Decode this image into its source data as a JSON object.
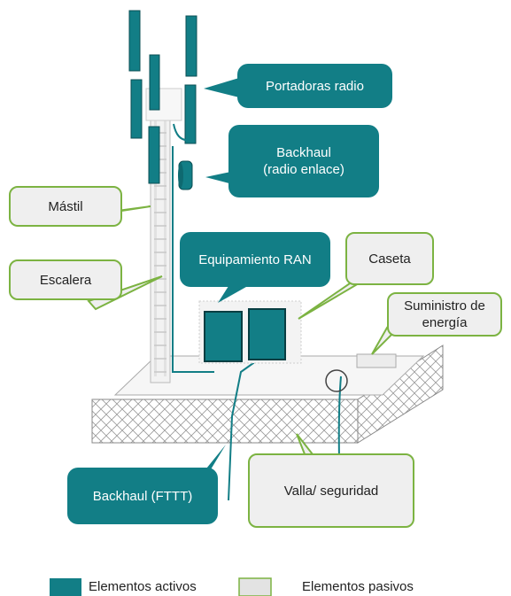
{
  "colors": {
    "active": "#127e86",
    "passive": "#e3e3e3",
    "callout_border": "#7cb342"
  },
  "labels": {
    "portadoras": "Portadoras radio",
    "backhaul_radio_1": "Backhaul",
    "backhaul_radio_2": "(radio enlace)",
    "mastil": "Mástil",
    "escalera": "Escalera",
    "equipamiento": "Equipamiento RAN",
    "caseta": "Caseta",
    "suministro_1": "Suministro de",
    "suministro_2": "energía",
    "backhaul_ftt": "Backhaul (FTTT)",
    "valla": "Valla/ seguridad"
  },
  "legend": {
    "active": "Elementos activos",
    "passive": "Elementos pasivos"
  }
}
